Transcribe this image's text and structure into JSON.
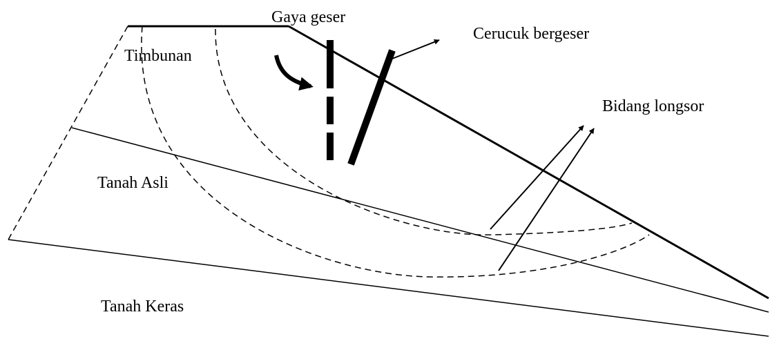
{
  "labels": {
    "timbunan": "Timbunan",
    "gaya_geser": "Gaya geser",
    "cerucuk_bergeser": "Cerucuk bergeser",
    "bidang_longsor": "Bidang longsor",
    "tanah_asli": "Tanah Asli",
    "tanah_keras": "Tanah Keras"
  },
  "colors": {
    "line": "#000000",
    "background": "#ffffff"
  }
}
